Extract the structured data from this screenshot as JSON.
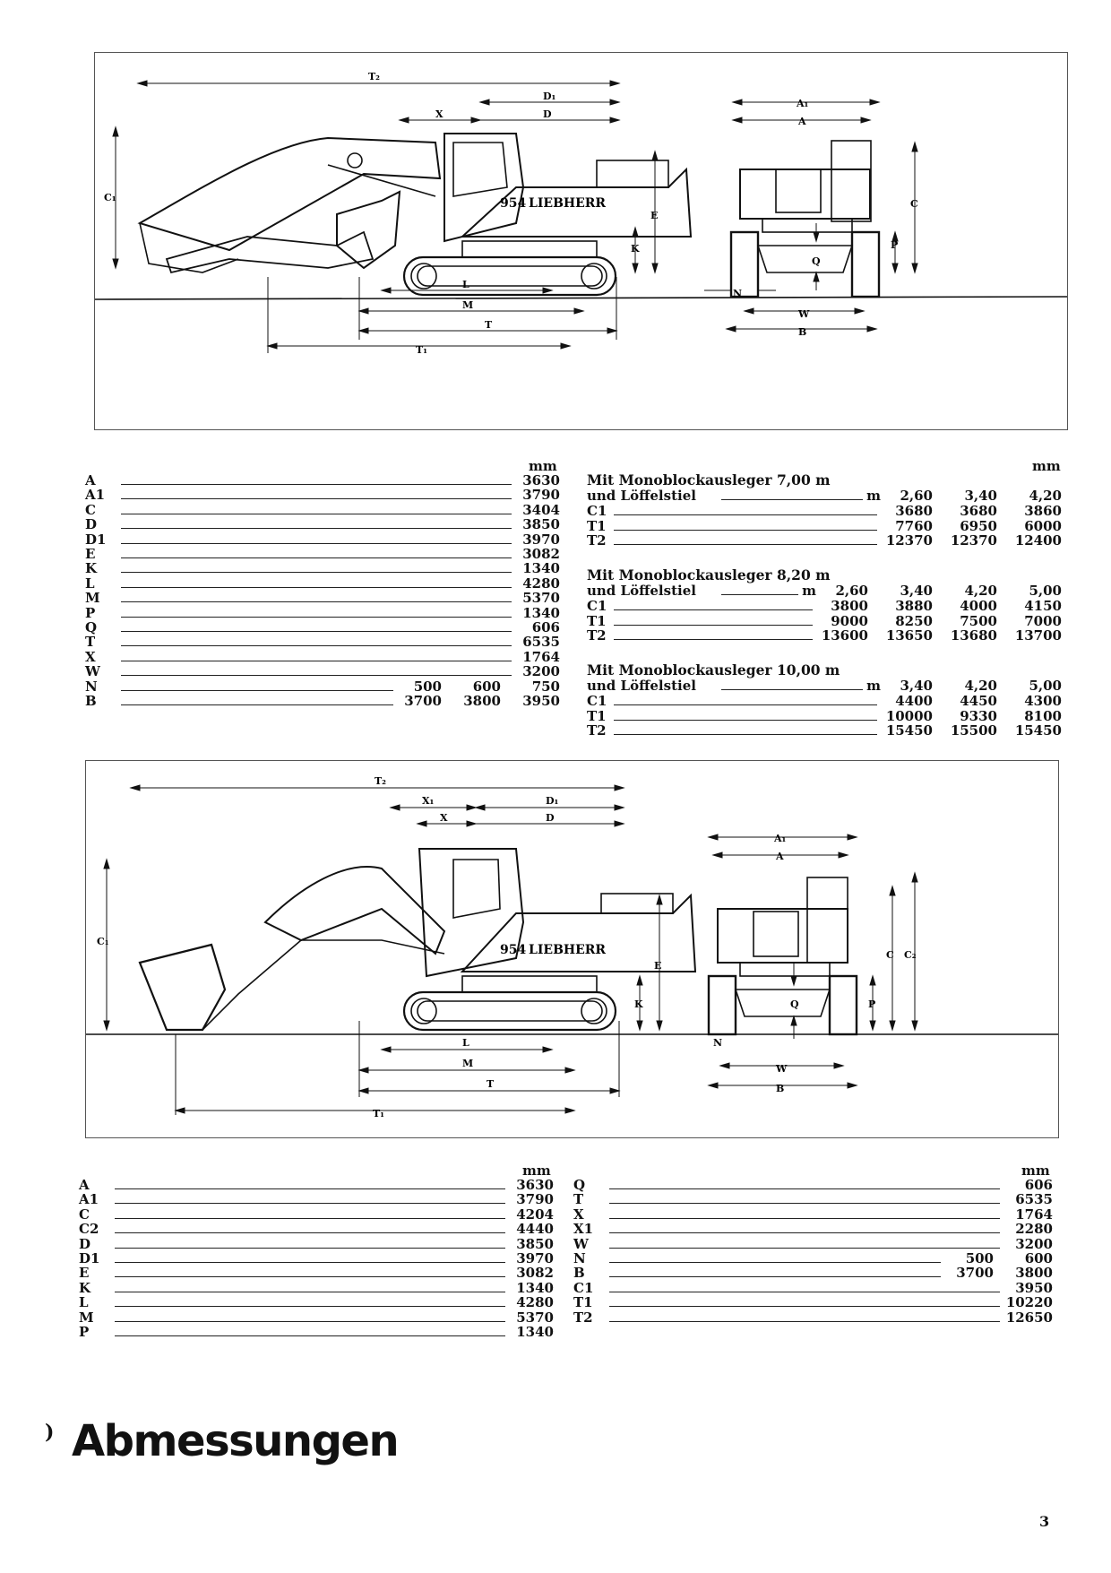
{
  "diagram1": {
    "labels": {
      "T2": "T₂",
      "D1": "D₁",
      "X": "X",
      "D": "D",
      "C1": "C₁",
      "E": "E",
      "K": "K",
      "L": "L",
      "M": "M",
      "T": "T",
      "T1": "T₁",
      "A1": "A₁",
      "A": "A",
      "C": "C",
      "P": "P",
      "Q": "Q",
      "N": "N",
      "W": "W",
      "B": "B"
    },
    "brand": "LIEBHERR",
    "model": "954"
  },
  "diagram2": {
    "labels": {
      "T2": "T₂",
      "X1": "X₁",
      "D1": "D₁",
      "X": "X",
      "D": "D",
      "C1": "C₁",
      "E": "E",
      "K": "K",
      "L": "L",
      "M": "M",
      "T": "T",
      "T1": "T₁",
      "A1": "A₁",
      "A": "A",
      "C": "C",
      "C2": "C₂",
      "P": "P",
      "Q": "Q",
      "N": "N",
      "W": "W",
      "B": "B"
    },
    "brand": "LIEBHERR",
    "model": "954"
  },
  "table1": {
    "unit": "mm",
    "rows": [
      {
        "label": "A",
        "values": [
          "3630"
        ]
      },
      {
        "label": "A1",
        "values": [
          "3790"
        ]
      },
      {
        "label": "C",
        "values": [
          "3404"
        ]
      },
      {
        "label": "D",
        "values": [
          "3850"
        ]
      },
      {
        "label": "D1",
        "values": [
          "3970"
        ]
      },
      {
        "label": "E",
        "values": [
          "3082"
        ]
      },
      {
        "label": "K",
        "values": [
          "1340"
        ]
      },
      {
        "label": "L",
        "values": [
          "4280"
        ]
      },
      {
        "label": "M",
        "values": [
          "5370"
        ]
      },
      {
        "label": "P",
        "values": [
          "1340"
        ]
      },
      {
        "label": "Q",
        "values": [
          "606"
        ]
      },
      {
        "label": "T",
        "values": [
          "6535"
        ]
      },
      {
        "label": "X",
        "values": [
          "1764"
        ]
      },
      {
        "label": "W",
        "values": [
          "3200"
        ]
      },
      {
        "label": "N",
        "values": [
          "500",
          "600",
          "750"
        ]
      },
      {
        "label": "B",
        "values": [
          "3700",
          "3800",
          "3950"
        ]
      }
    ]
  },
  "table2": {
    "unit": "mm",
    "blocks": [
      {
        "line1": "Mit Monoblockausleger 7,00 m",
        "line2": "und Löffelstiel",
        "m": "m",
        "cols": [
          "2,60",
          "3,40",
          "4,20"
        ],
        "rows": [
          {
            "label": "C1",
            "values": [
              "3680",
              "3680",
              "3860"
            ]
          },
          {
            "label": "T1",
            "values": [
              "7760",
              "6950",
              "6000"
            ]
          },
          {
            "label": "T2",
            "values": [
              "12370",
              "12370",
              "12400"
            ]
          }
        ]
      },
      {
        "line1": "Mit Monoblockausleger 8,20 m",
        "line2": "und Löffelstiel",
        "m": "m",
        "cols": [
          "2,60",
          "3,40",
          "4,20",
          "5,00"
        ],
        "rows": [
          {
            "label": "C1",
            "values": [
              "3800",
              "3880",
              "4000",
              "4150"
            ]
          },
          {
            "label": "T1",
            "values": [
              "9000",
              "8250",
              "7500",
              "7000"
            ]
          },
          {
            "label": "T2",
            "values": [
              "13600",
              "13650",
              "13680",
              "13700"
            ]
          }
        ]
      },
      {
        "line1": "Mit Monoblockausleger 10,00 m",
        "line2": "und Löffelstiel",
        "m": "m",
        "cols": [
          "3,40",
          "4,20",
          "5,00"
        ],
        "rows": [
          {
            "label": "C1",
            "values": [
              "4400",
              "4450",
              "4300"
            ]
          },
          {
            "label": "T1",
            "values": [
              "10000",
              "9330",
              "8100"
            ]
          },
          {
            "label": "T2",
            "values": [
              "15450",
              "15500",
              "15450"
            ]
          }
        ]
      }
    ]
  },
  "table3": {
    "unit": "mm",
    "rows": [
      {
        "label": "A",
        "values": [
          "3630"
        ]
      },
      {
        "label": "A1",
        "values": [
          "3790"
        ]
      },
      {
        "label": "C",
        "values": [
          "4204"
        ]
      },
      {
        "label": "C2",
        "values": [
          "4440"
        ]
      },
      {
        "label": "D",
        "values": [
          "3850"
        ]
      },
      {
        "label": "D1",
        "values": [
          "3970"
        ]
      },
      {
        "label": "E",
        "values": [
          "3082"
        ]
      },
      {
        "label": "K",
        "values": [
          "1340"
        ]
      },
      {
        "label": "L",
        "values": [
          "4280"
        ]
      },
      {
        "label": "M",
        "values": [
          "5370"
        ]
      },
      {
        "label": "P",
        "values": [
          "1340"
        ]
      }
    ]
  },
  "table4": {
    "unit": "mm",
    "rows": [
      {
        "label": "Q",
        "values": [
          "606"
        ]
      },
      {
        "label": "T",
        "values": [
          "6535"
        ]
      },
      {
        "label": "X",
        "values": [
          "1764"
        ]
      },
      {
        "label": "X1",
        "values": [
          "2280"
        ]
      },
      {
        "label": "W",
        "values": [
          "3200"
        ]
      },
      {
        "label": "N",
        "values": [
          "500",
          "600"
        ]
      },
      {
        "label": "B",
        "values": [
          "3700",
          "3800"
        ]
      },
      {
        "label": "C1",
        "values": [
          "3950"
        ]
      },
      {
        "label": "T1",
        "values": [
          "10220"
        ]
      },
      {
        "label": "T2",
        "values": [
          "12650"
        ]
      }
    ]
  },
  "title": "Abmessungen",
  "page_number": "3"
}
